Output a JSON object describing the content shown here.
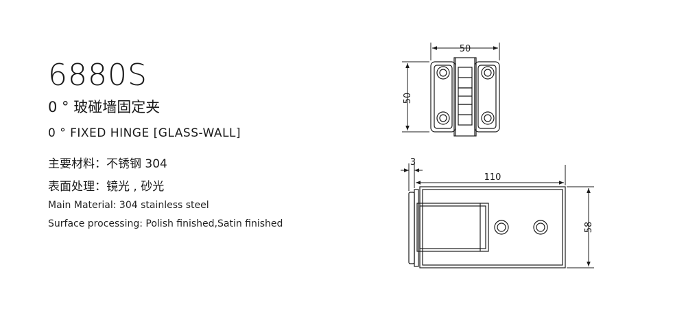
{
  "product": {
    "model": "6880S",
    "title_zh": "0 ° 玻碰墙固定夹",
    "title_en": "0 ° FIXED HINGE [GLASS-WALL]",
    "material_zh": "主要材料：不锈钢 304",
    "finish_zh": "表面处理：镜光 , 砂光",
    "material_en": "Main Material: 304 stainless steel",
    "finish_en": "Surface processing: Polish finished,Satin finished"
  },
  "drawing": {
    "top_view": {
      "width_dim": "50",
      "height_dim": "50"
    },
    "side_view": {
      "offset_dim": "3",
      "length_dim": "110",
      "height_dim": "58"
    }
  }
}
